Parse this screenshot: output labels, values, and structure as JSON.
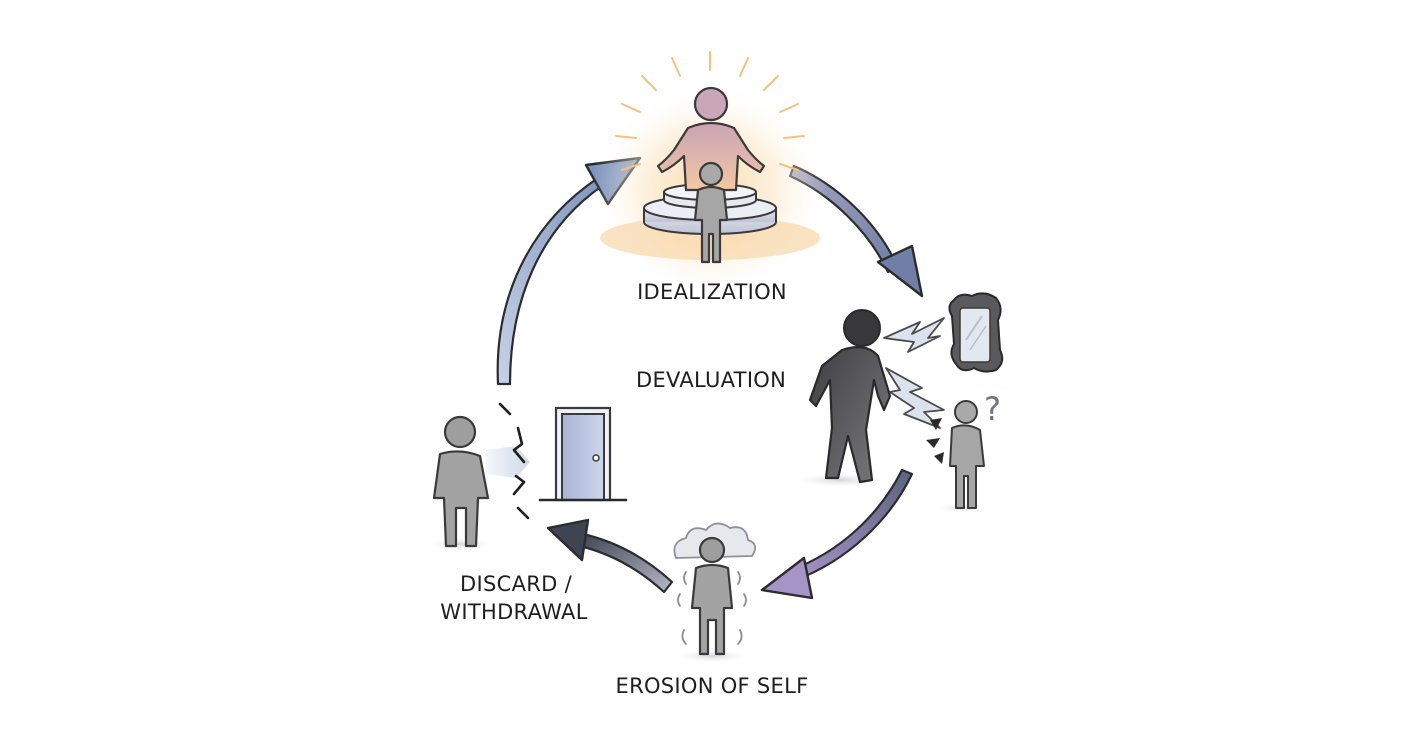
{
  "stages": {
    "idealization": "IDEALIZATION",
    "devaluation": "DEVALUATION",
    "erosion": "EROSION OF SELF",
    "discard_line1": "DISCARD /",
    "discard_line2": "WITHDRAWAL"
  },
  "confusion_mark": "?",
  "colors": {
    "figure_gray": "#9a9a9a",
    "outline": "#3a3a3a",
    "dark_figure": "#4a4a4c",
    "arrow_blue": "#8fa3c4",
    "arrow_purple": "#8a86b0",
    "arrow_slate": "#6e7485",
    "glow": "#f7c98a",
    "door_fill": "#b9c4e0"
  },
  "icons": [
    "radiant-figure-icon",
    "pedestal-icon",
    "mirror-icon",
    "door-icon",
    "cloud-icon",
    "lightning-icon"
  ]
}
